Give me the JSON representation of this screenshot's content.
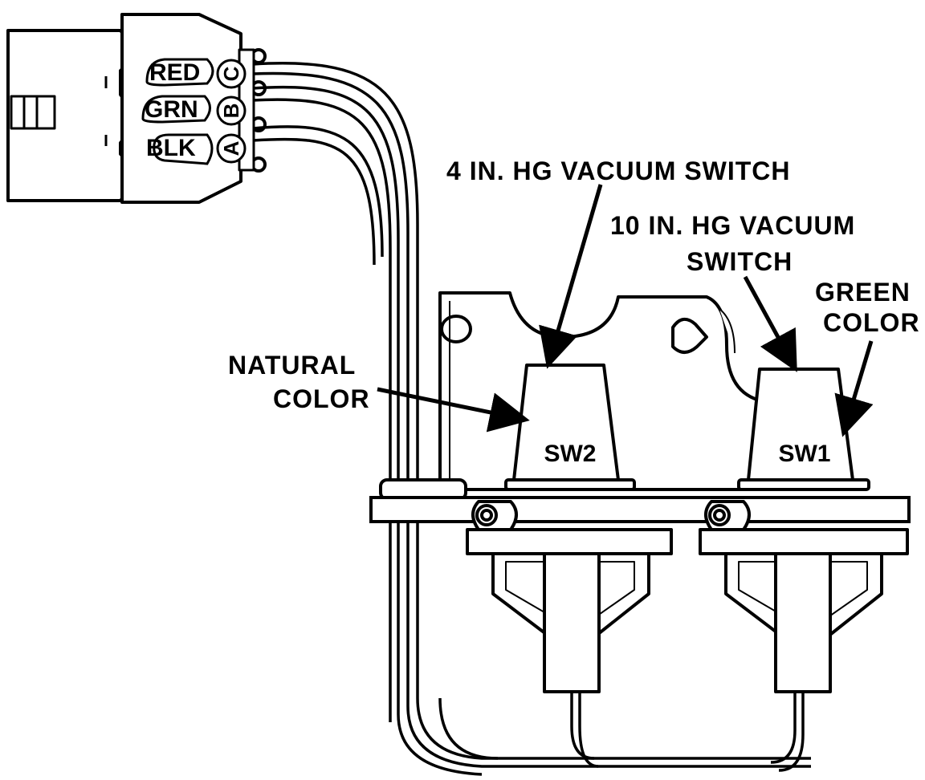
{
  "connector": {
    "wires": [
      {
        "color": "RED",
        "pin": "C"
      },
      {
        "color": "GRN",
        "pin": "B"
      },
      {
        "color": "BLK",
        "pin": "A"
      }
    ]
  },
  "callouts": {
    "sw2_spec": "4 IN. HG VACUUM SWITCH",
    "sw1_spec_line1": "10 IN. HG VACUUM",
    "sw1_spec_line2": "SWITCH",
    "natural_line1": "NATURAL",
    "natural_line2": "COLOR",
    "green_line1": "GREEN",
    "green_line2": "COLOR"
  },
  "switches": {
    "sw2": "SW2",
    "sw1": "SW1"
  }
}
